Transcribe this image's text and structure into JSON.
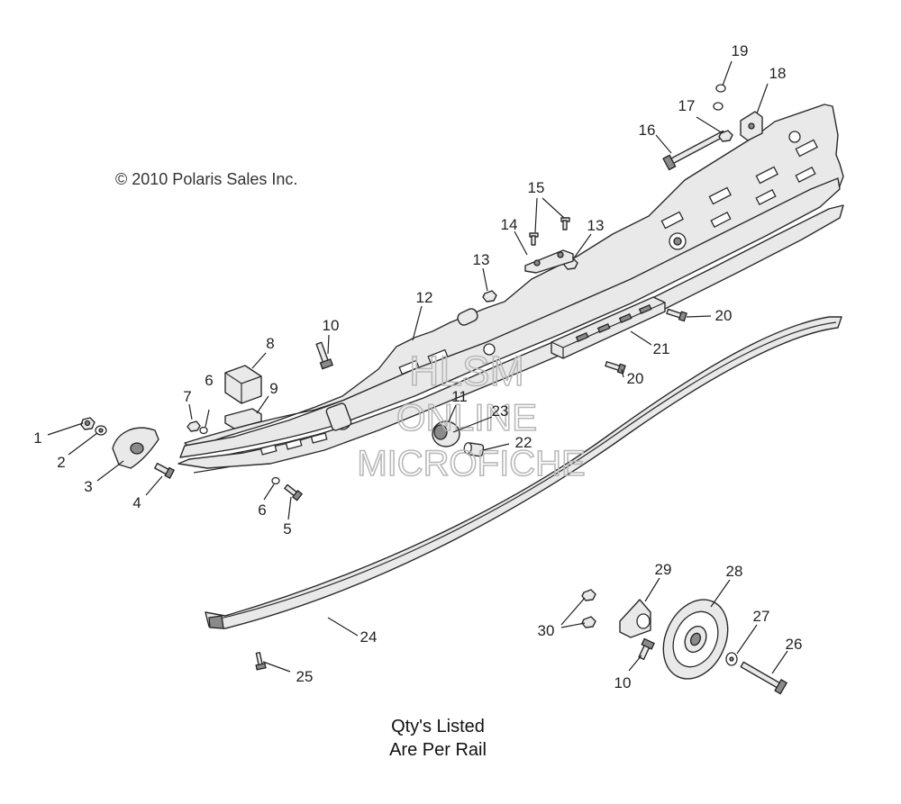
{
  "copyright": "© 2010 Polaris Sales Inc.",
  "note": {
    "line1": "Qty's Listed",
    "line2": "Are Per Rail"
  },
  "watermark": {
    "line1": "HLSM",
    "line2": "ONLINE",
    "line3": "MICROFICHE"
  },
  "callouts": {
    "c1": "1",
    "c2": "2",
    "c3": "3",
    "c4": "4",
    "c5": "5",
    "c6a": "6",
    "c6b": "6",
    "c7": "7",
    "c8": "8",
    "c9": "9",
    "c10a": "10",
    "c10b": "10",
    "c11": "11",
    "c12": "12",
    "c13a": "13",
    "c13b": "13",
    "c14": "14",
    "c15": "15",
    "c16": "16",
    "c17": "17",
    "c18": "18",
    "c19": "19",
    "c20a": "20",
    "c20b": "20",
    "c21": "21",
    "c22": "22",
    "c23": "23",
    "c24": "24",
    "c25": "25",
    "c26": "26",
    "c27": "27",
    "c28": "28",
    "c29": "29",
    "c30": "30"
  }
}
